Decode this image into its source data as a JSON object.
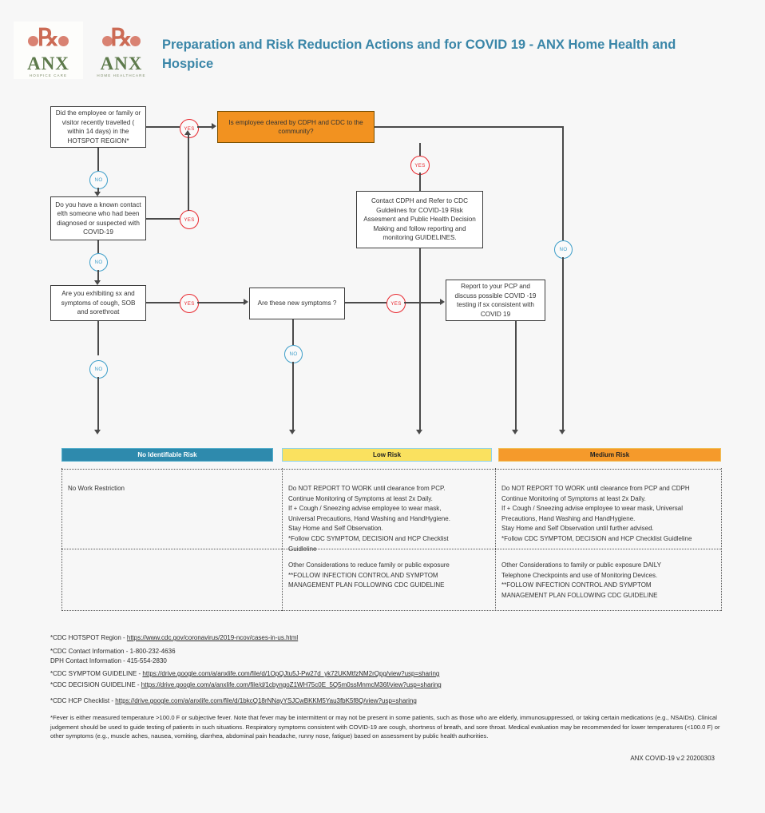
{
  "header": {
    "title": "Preparation and Risk Reduction Actions and  for COVID 19 -  ANX Home Health and Hospice",
    "logo_left": {
      "word": "ANX",
      "tagline": "HOSPICE CARE"
    },
    "logo_right": {
      "word": "ANX",
      "tagline": "HOME HEALTHCARE"
    },
    "title_color": "#3a86a8"
  },
  "flow": {
    "nodes": [
      {
        "id": "q1",
        "text": "Did the employee or family or visitor recently travelled ( within 14 days) in the HOTSPOT REGION*"
      },
      {
        "id": "q2",
        "text": "Is employee cleared by CDPH and CDC to the community?"
      },
      {
        "id": "q3",
        "text": "Do you have a known contact elth someone who had been diagnosed or suspected with COVID-19"
      },
      {
        "id": "q4",
        "text": "Contact CDPH and Refer to CDC Guldelines for COVID-19 Risk Assesment and Public Health Decision Making and follow reporting and monitoring GUIDELINES."
      },
      {
        "id": "q5",
        "text": "Are you exhlbiting sx and symptoms of cough, SOB and sorethroat"
      },
      {
        "id": "q6",
        "text": "Are these new symptoms ?"
      },
      {
        "id": "q7",
        "text": "Report to your PCP and discuss possible COVID -19 testing if sx consistent with COVID 19"
      }
    ],
    "labels": {
      "yes": "YES",
      "no": "NO"
    },
    "yes_color": "#e8262d",
    "no_color": "#3d9ec9",
    "highlight_color": "#f29220"
  },
  "risk_table": {
    "columns": [
      {
        "title": "No Identiflable Risk",
        "color": "#2e8aad"
      },
      {
        "title": "Low Risk",
        "color": "#fae15f"
      },
      {
        "title": "Medium Risk",
        "color": "#f59a2b"
      }
    ],
    "rows": [
      {
        "cells": [
          "No Work Restriction",
          "Do NOT REPORT TO WORK until clearance from PCP.\nContinue Monitoring of Symptoms at least 2x Daily.\nIf + Cough / Sneezing advise employee to wear mask,\nUniversal Precautions, Hand Washing and HandHygiene.\nStay Home and Self Observation.\n*Follow CDC SYMPTOM, DECISION and HCP Checklist\nGuidleline",
          "Do NOT REPORT TO WORK until clearance from PCP and CDPH\nContinue Monitoring of Symptoms at least 2x Daily.\nIf + Cough / Sneezing advise employee  to wear mask, Universal\nPrecautions, Hand Washing and HandHygiene.\nStay Home and Self Observation until further advised.\n*Follow CDC SYMPTOM, DECISION and HCP Checklist Guidleline"
        ]
      },
      {
        "cells": [
          "",
          "Other Considerations to reduce family or public  exposure\n**FOLLOW INFECTION CONTROL AND SYMPTOM\nMANAGEMENT PLAN FOLLOWING CDC GUIDELINE",
          "Other Considerations to  family or public  exposure  DAILY\nTelephone Checkpoints and use of Monitoring Devices.\n**FOLLOW INFECTION CONTROL AND SYMPTOM\nMANAGEMENT PLAN FOLLOWING CDC GUIDELINE"
        ]
      }
    ]
  },
  "footnotes": [
    {
      "label": "*CDC HOTSPOT Region - ",
      "link": "https://www.cdc.gov/coronavirus/2019-ncov/cases-in-us.html"
    },
    {
      "label": "*CDC Contact Information - 1-800-232-4636",
      "link": ""
    },
    {
      "label": " DPH Contact Information -  415-554-2830",
      "link": ""
    },
    {
      "label": "*CDC SYMPTOM GUIDELINE - ",
      "link": "https://drive.google.com/a/anxlife.com/file/d/1OpQJtu5J-Pw27d_yk72UKMtfzNM2rQpg/view?usp=sharing"
    },
    {
      "label": "*CDC DECISION GUIDELINE - ",
      "link": "https://drive.google.com/a/anxlife.com/file/d/1cbyngoZ1WH75c0E_5Q5m0ssMnmcM36f/view?usp=sharing"
    },
    {
      "label": "*CDC HCP Checklist - ",
      "link": "https://drive.google.com/a/anxlife.com/file/d/1bkcQ18rNNayYSJCwBKKM5Yau3fbK5f8Q/view?usp=sharing"
    }
  ],
  "disclaimer": "*Fever is either measured temperature >100.0 F or subjective fever. Note that fever may be intermittent or may not be present in some patients, such as those who are elderly, immunosuppressed, or taking certain medications (e.g., NSAIDs). Clinical judgement should be used to guide testing of patients in such situations. Respiratory symptoms consistent with COVID-19 are cough, shortness of breath, and sore throat. Medical evaluation may be recommended for lower temperatures (<100.0 F) or other symptoms (e.g., muscle aches, nausea, vomiting, diarrhea, abdominal pain headache, runny nose, fatigue) based on assessment by public health authorities.",
  "version": "ANX COVID-19 v.2 20200303"
}
